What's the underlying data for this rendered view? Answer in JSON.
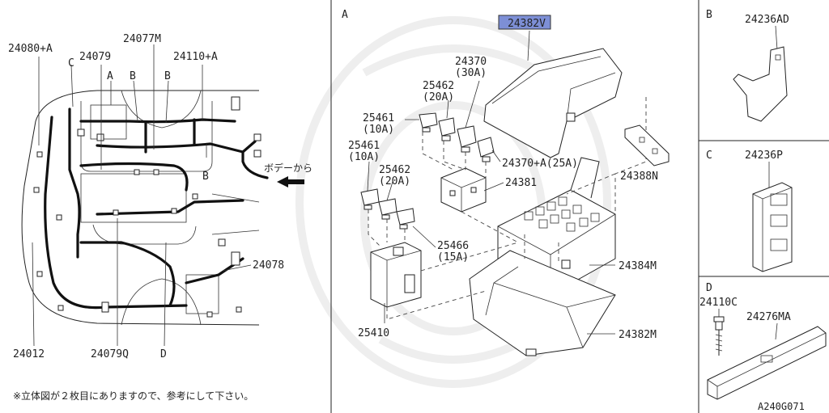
{
  "panels": {
    "left": {
      "labels": {
        "p24080A": "24080+A",
        "p24079": "24079",
        "p24077M": "24077M",
        "p24110A": "24110+A",
        "refC": "C",
        "refA": "A",
        "refB1": "B",
        "refB2": "B",
        "refB3": "B",
        "p24078": "24078",
        "p24012": "24012",
        "p24079Q": "24079Q",
        "refD": "D",
        "from_body": "ボデーから"
      },
      "note": "※立体図が２枚目にありますので、参考にして下さい。"
    },
    "center": {
      "title": "A",
      "labels": {
        "p24382V": "24382V",
        "p24370": "24370",
        "p24370_amp": "(30A)",
        "p25462a": "25462",
        "p25462a_amp": "(20A)",
        "p25461a": "25461",
        "p25461a_amp": "(10A)",
        "p24370A": "24370+A(25A)",
        "p25461b": "25461",
        "p25461b_amp": "(10A)",
        "p25462b": "25462",
        "p25462b_amp": "(20A)",
        "p24381": "24381",
        "p24388N": "24388N",
        "p25466": "25466",
        "p25466_amp": "(15A)",
        "p24384M": "24384M",
        "p25410": "25410",
        "p24382M": "24382M"
      }
    },
    "right": {
      "B": {
        "title": "B",
        "part": "24236AD"
      },
      "C": {
        "title": "C",
        "part": "24236P"
      },
      "D": {
        "title": "D",
        "part1": "24110C",
        "part2": "24276MA"
      }
    }
  },
  "diagram_code": "A240G071",
  "colors": {
    "highlight": "#7d8fd6",
    "line": "#222222"
  }
}
